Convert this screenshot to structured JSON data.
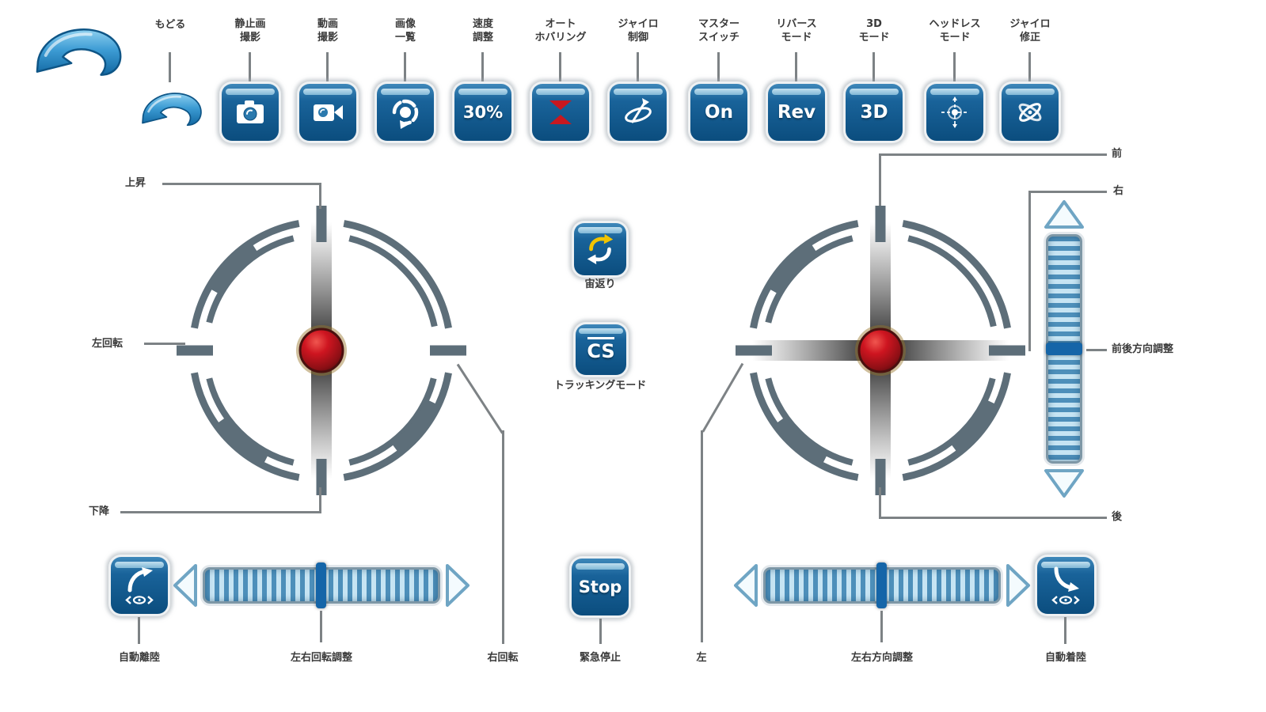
{
  "colors": {
    "button_blue_top": "#3f88ba",
    "button_blue_bottom": "#0b4d7e",
    "ring_gray": "#5d6e79",
    "knob_red": "#cf1622",
    "thumb_blue": "#1565a8",
    "hover_triangle_red": "#c8181f",
    "flip_arrow_yellow": "#f2c400",
    "line_gray": "#7d8285"
  },
  "back": {
    "label": "もどる",
    "icon": "back-arrow-icon"
  },
  "toolbar": {
    "items": [
      {
        "line1": "静止画",
        "line2": "撮影",
        "icon": "camera-icon"
      },
      {
        "line1": "動画",
        "line2": "撮影",
        "icon": "video-camera-icon"
      },
      {
        "line1": "画像",
        "line2": "一覧",
        "icon": "image-list-icon"
      },
      {
        "line1": "速度",
        "line2": "調整",
        "text": "30%"
      },
      {
        "line1": "オート",
        "line2": "ホバリング",
        "icon": "auto-hover-icon"
      },
      {
        "line1": "ジャイロ",
        "line2": "制御",
        "icon": "gyro-control-icon"
      },
      {
        "line1": "マスター",
        "line2": "スイッチ",
        "text": "On"
      },
      {
        "line1": "リバース",
        "line2": "モード",
        "text": "Rev"
      },
      {
        "line1": "3D",
        "line2": "モード",
        "text": "3D"
      },
      {
        "line1": "ヘッドレス",
        "line2": "モード",
        "icon": "headless-mode-icon"
      },
      {
        "line1": "ジャイロ",
        "line2": "修正",
        "icon": "gyro-fix-icon"
      }
    ]
  },
  "left_stick": {
    "callouts": {
      "up": "上昇",
      "left": "左回転",
      "down": "下降",
      "right": "右回転"
    }
  },
  "right_stick": {
    "callouts": {
      "front": "前",
      "right": "右",
      "back": "後",
      "left": "左"
    }
  },
  "center": {
    "flip_label": "宙返り",
    "tracking_text": "CS",
    "tracking_label": "トラッキングモード",
    "stop_text": "Stop",
    "stop_label": "緊急停止"
  },
  "bottom": {
    "takeoff_label": "自動離陸",
    "yaw_slider_label": "左右回転調整",
    "roll_slider_label": "左右方向調整",
    "landing_label": "自動着陸"
  },
  "right_panel": {
    "pitch_slider_label": "前後方向調整"
  }
}
